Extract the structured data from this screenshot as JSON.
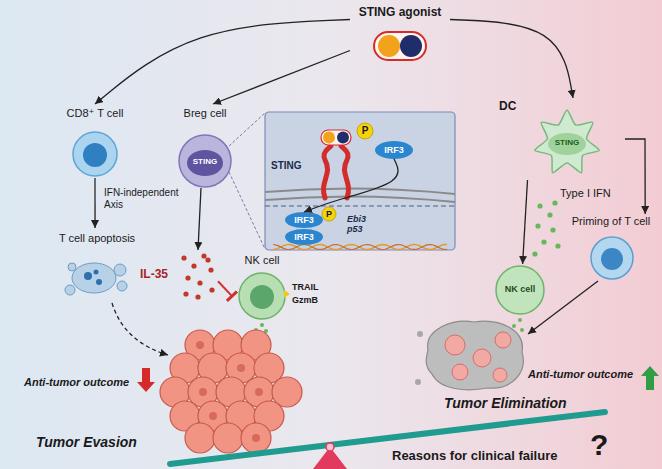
{
  "diagram": {
    "nodes": [
      {
        "text": [
          "STING agonist"
        ]
      },
      {
        "text": [
          "CD8⁺ T cell"
        ]
      },
      {
        "text": [
          "Breg cell",
          "STING"
        ]
      },
      {
        "text": [
          "STING",
          "Ebi3 p53"
        ]
      },
      {
        "text": [
          "P"
        ],
        "in": 3
      },
      {
        "text": [
          "IRF3"
        ],
        "in": 3
      },
      {
        "text": [
          "IRF3"
        ],
        "in": 3
      },
      {
        "text": [
          "P"
        ],
        "in": 3
      },
      {
        "text": [
          "IRF3"
        ],
        "in": 3
      },
      {
        "text": [
          "IL-35"
        ]
      },
      {
        "text": [
          "NK cell",
          "TRAIL",
          "GzmB"
        ]
      },
      {
        "text": [
          "T cell apoptosis"
        ]
      },
      {
        "text": [
          "DC",
          "STING"
        ]
      },
      {
        "text": [
          "NK cell"
        ]
      },
      {
        "text": [
          "Priming of T cell"
        ]
      }
    ],
    "edges": [
      {
        "from": 0,
        "to": 1,
        "arrow": "to"
      },
      {
        "from": 0,
        "to": 2,
        "arrow": "to"
      },
      {
        "from": 0,
        "to": 12,
        "arrow": "to"
      },
      {
        "from": 1,
        "to": 11,
        "label": "IFN-independent Axis",
        "arrow": "to"
      },
      {
        "from": 2,
        "to": 9,
        "arrow": "to"
      },
      {
        "from": 9,
        "to": 10,
        "arrow": "to"
      },
      {
        "from": 5,
        "to": 6,
        "arrow": "to"
      },
      {
        "from": 12,
        "to": 13,
        "arrow": "to"
      },
      {
        "from": 12,
        "to": 14,
        "arrow": "to"
      }
    ],
    "labels": [
      "Type I IFN",
      "Anti-tumor outcome",
      "Tumor Evasion",
      "Anti-tumor outcome",
      "Tumor Elimination",
      "Reasons for clinical failure",
      "?"
    ]
  }
}
